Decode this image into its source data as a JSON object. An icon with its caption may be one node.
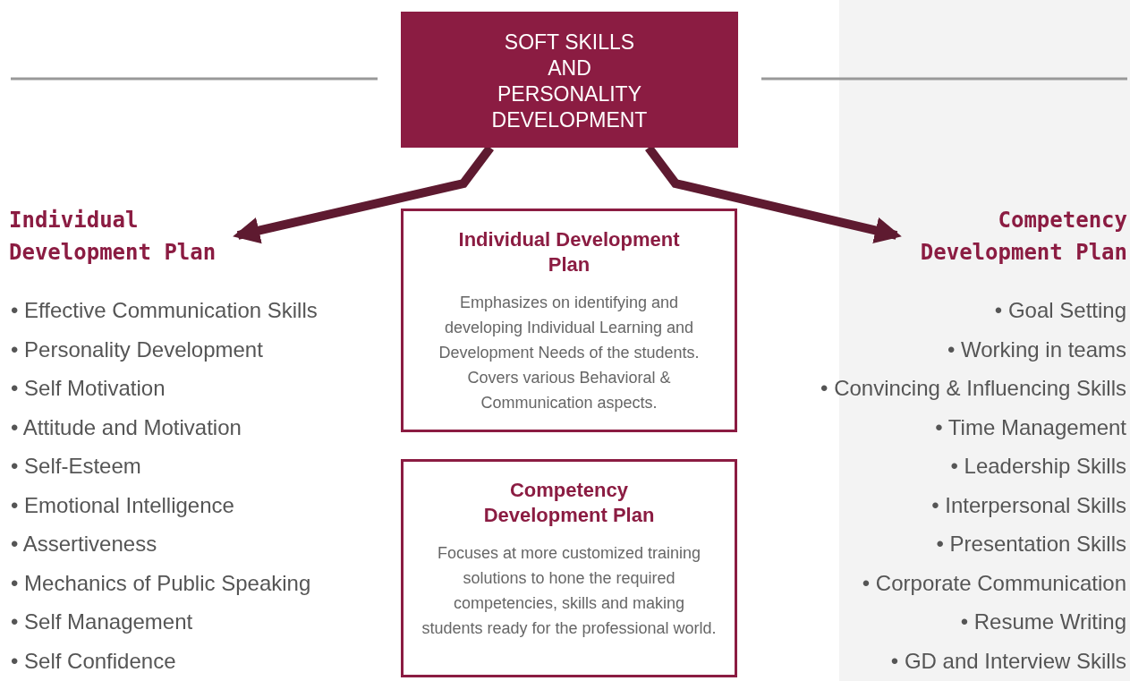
{
  "diagram": {
    "nodes": [
      {
        "text": [
          "SOFT SKILLS AND PERSONALITY DEVELOPMENT"
        ]
      },
      {
        "text": [
          "Individual Development Plan"
        ]
      },
      {
        "text": [
          "Individual Development Plan",
          "Emphasizes on identifying and developing Individual Learning and Development Needs of the students. Covers various Behavioral & Communication aspects."
        ]
      },
      {
        "text": [
          "Competency Development Plan",
          "Focuses at more customized training solutions to hone the required competencies, skills and making students ready for the professional world."
        ]
      },
      {
        "text": [
          "Competency Development Plan"
        ]
      }
    ],
    "edges": [
      {
        "from": 0,
        "to": 1,
        "arrow": "to"
      },
      {
        "from": 0,
        "to": 4,
        "arrow": "to"
      }
    ],
    "labels": [
      "• Effective Communication Skills",
      "• Personality Development",
      "• Self Motivation",
      "• Attitude and Motivation",
      "• Self-Esteem",
      "• Emotional Intelligence",
      "• Assertiveness",
      "• Mechanics of Public Speaking",
      "• Self Management",
      "• Self Confidence",
      "• Goal Setting",
      "• Working in teams",
      "• Convincing & Influencing Skills",
      "• Time Management",
      "• Leadership Skills",
      "• Interpersonal Skills",
      "• Presentation Skills",
      "• Corporate Communication",
      "• Resume Writing",
      "• GD and Interview Skills"
    ]
  }
}
